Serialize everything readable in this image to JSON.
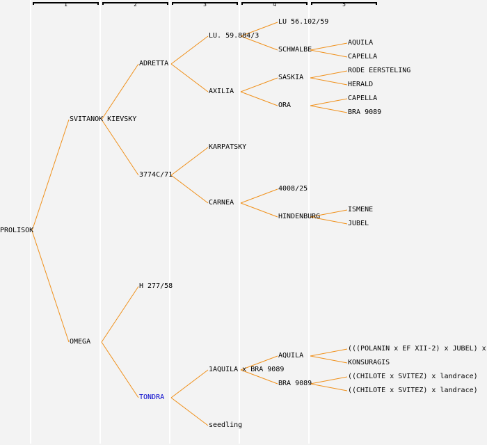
{
  "generations": [
    "1",
    "2",
    "3",
    "4",
    "5"
  ],
  "colors": {
    "link": "#f0901a",
    "highlight": "#0000cc",
    "background": "#f3f3f3"
  },
  "pedigree": {
    "name": "PROLISOK",
    "children": [
      {
        "name": "SVITANOK KIEVSKY",
        "children": [
          {
            "name": "ADRETTA",
            "children": [
              {
                "name": "LU. 59.884/3",
                "children": [
                  {
                    "name": "LU 56.102/59",
                    "children": []
                  },
                  {
                    "name": "SCHWALBE",
                    "children": [
                      {
                        "name": "AQUILA"
                      },
                      {
                        "name": "CAPELLA"
                      }
                    ]
                  }
                ]
              },
              {
                "name": "AXILIA",
                "children": [
                  {
                    "name": "SASKIA",
                    "children": [
                      {
                        "name": "RODE EERSTELING"
                      },
                      {
                        "name": "HERALD"
                      }
                    ]
                  },
                  {
                    "name": "ORA",
                    "children": [
                      {
                        "name": "CAPELLA"
                      },
                      {
                        "name": "BRA 9089"
                      }
                    ]
                  }
                ]
              }
            ]
          },
          {
            "name": "3774C/71",
            "children": [
              {
                "name": "KARPATSKY",
                "children": []
              },
              {
                "name": "CARNEA",
                "children": [
                  {
                    "name": "4008/25",
                    "children": []
                  },
                  {
                    "name": "HINDENBURG",
                    "children": [
                      {
                        "name": "ISMENE"
                      },
                      {
                        "name": "JUBEL"
                      }
                    ]
                  }
                ]
              }
            ]
          }
        ]
      },
      {
        "name": "OMEGA",
        "children": [
          {
            "name": "H 277/58",
            "children": []
          },
          {
            "name": "TONDRA",
            "highlight": true,
            "children": [
              {
                "name": "1AQUILA x BRA 9089",
                "children": [
                  {
                    "name": "AQUILA",
                    "children": [
                      {
                        "name": "(((POLANIN x EF XII-2) x JUBEL) x"
                      },
                      {
                        "name": "KONSURAGIS"
                      }
                    ]
                  },
                  {
                    "name": "BRA 9089",
                    "children": [
                      {
                        "name": "((CHILOTE x SVITEZ) x landrace)"
                      },
                      {
                        "name": "((CHILOTE x SVITEZ) x landrace)"
                      }
                    ]
                  }
                ]
              },
              {
                "name": "seedling",
                "children": []
              }
            ]
          }
        ]
      }
    ]
  }
}
